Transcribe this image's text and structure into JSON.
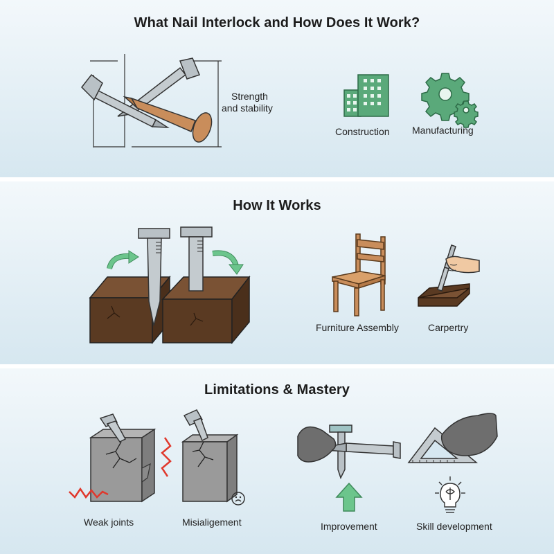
{
  "sections": {
    "intro": {
      "title": "What Nail Interlock and How Does It Work?",
      "strength_label_line1": "Strength",
      "strength_label_line2": "and stability",
      "apps": [
        "Construction",
        "Manufacturing"
      ]
    },
    "how": {
      "title": "How It Works",
      "apps": [
        "Furniture Assembly",
        "Carpertry"
      ]
    },
    "limits": {
      "title": "Limitations & Mastery",
      "items": [
        "Weak joints",
        "Misialigement",
        "Improvement",
        "Skill development"
      ]
    }
  },
  "colors": {
    "panel_top": "#f3f8fb",
    "panel_bottom": "#d6e7f0",
    "icon_green": "#5aa97a",
    "arrow_green": "#6cc58c",
    "wood_dark": "#5a3a22",
    "wood_light": "#c98d5b",
    "metal": "#b9c1c6",
    "concrete": "#9a9a9a",
    "warning_red": "#e0382c"
  },
  "icons": [
    "nail-cross-icon",
    "building-icon",
    "gear-icon",
    "chair-icon",
    "chisel-icon",
    "warning-zigzag-icon",
    "sad-face-icon",
    "up-arrow-icon",
    "brain-bulb-icon",
    "set-square-icon"
  ]
}
